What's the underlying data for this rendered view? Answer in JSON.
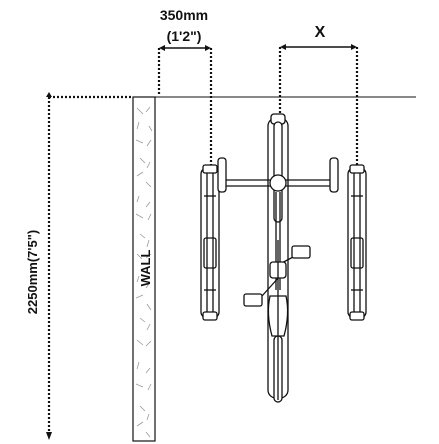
{
  "dimensions": {
    "wall_offset_value": "350mm",
    "wall_offset_imperial": "(1'2\")",
    "spacing_label": "X",
    "height_label": "2250mm(7'5\")"
  },
  "wall_label": "WALL",
  "colors": {
    "ink": "#111111",
    "hatch": "#9a9a9a",
    "background": "#ffffff"
  }
}
